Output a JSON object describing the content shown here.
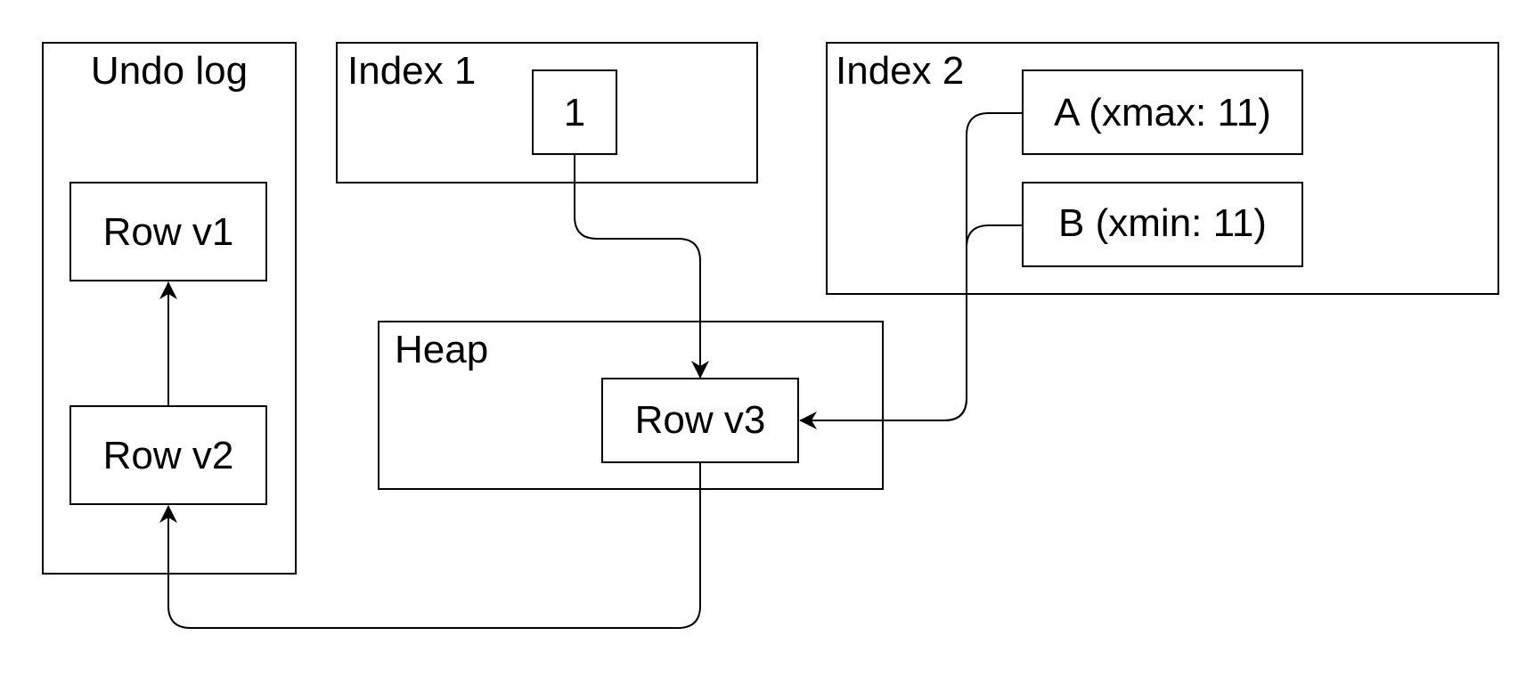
{
  "containers": {
    "undo_log": {
      "title": "Undo log"
    },
    "index1": {
      "title": "Index 1"
    },
    "index2": {
      "title": "Index 2"
    },
    "heap": {
      "title": "Heap"
    }
  },
  "nodes": {
    "row_v1": "Row v1",
    "row_v2": "Row v2",
    "row_v3": "Row v3",
    "index1_key": "1",
    "index2_a": "A (xmax: 11)",
    "index2_b": "B (xmin: 11)"
  },
  "edges": [
    {
      "from": "index1_key",
      "to": "row_v3"
    },
    {
      "from": "index2_a",
      "to": "row_v3"
    },
    {
      "from": "index2_b",
      "to": "row_v3"
    },
    {
      "from": "row_v3",
      "to": "row_v2"
    },
    {
      "from": "row_v2",
      "to": "row_v1"
    }
  ],
  "colors": {
    "stroke": "#000000",
    "background": "#ffffff"
  }
}
